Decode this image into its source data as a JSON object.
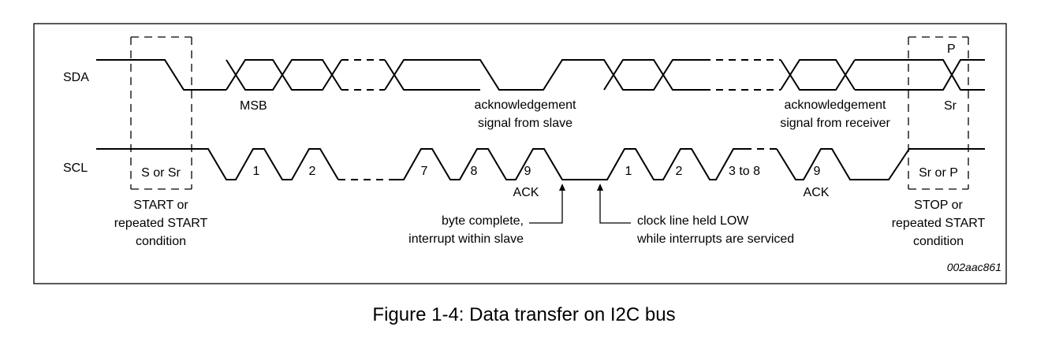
{
  "signals": {
    "sda": "SDA",
    "scl": "SCL"
  },
  "labels": {
    "msb": "MSB",
    "ack_sig_slave_1": "acknowledgement",
    "ack_sig_slave_2": "signal from slave",
    "ack_sig_recv_1": "acknowledgement",
    "ack_sig_recv_2": "signal from receiver",
    "p": "P",
    "sr": "Sr",
    "s_or_sr": "S or Sr",
    "sr_or_p": "Sr or P",
    "start_1": "START or",
    "start_2": "repeated START",
    "start_3": "condition",
    "stop_1": "STOP or",
    "stop_2": "repeated START",
    "stop_3": "condition",
    "byte_1": "byte complete,",
    "byte_2": "interrupt within slave",
    "clock_1": "clock line held LOW",
    "clock_2": "while interrupts are serviced",
    "ack_1": "ACK",
    "ack_2": "ACK",
    "id": "002aac861"
  },
  "clock_pulses": [
    "1",
    "2",
    "7",
    "8",
    "9",
    "1",
    "2",
    "3 to 8",
    "9"
  ],
  "caption": "Figure 1-4: Data transfer on I2C bus"
}
